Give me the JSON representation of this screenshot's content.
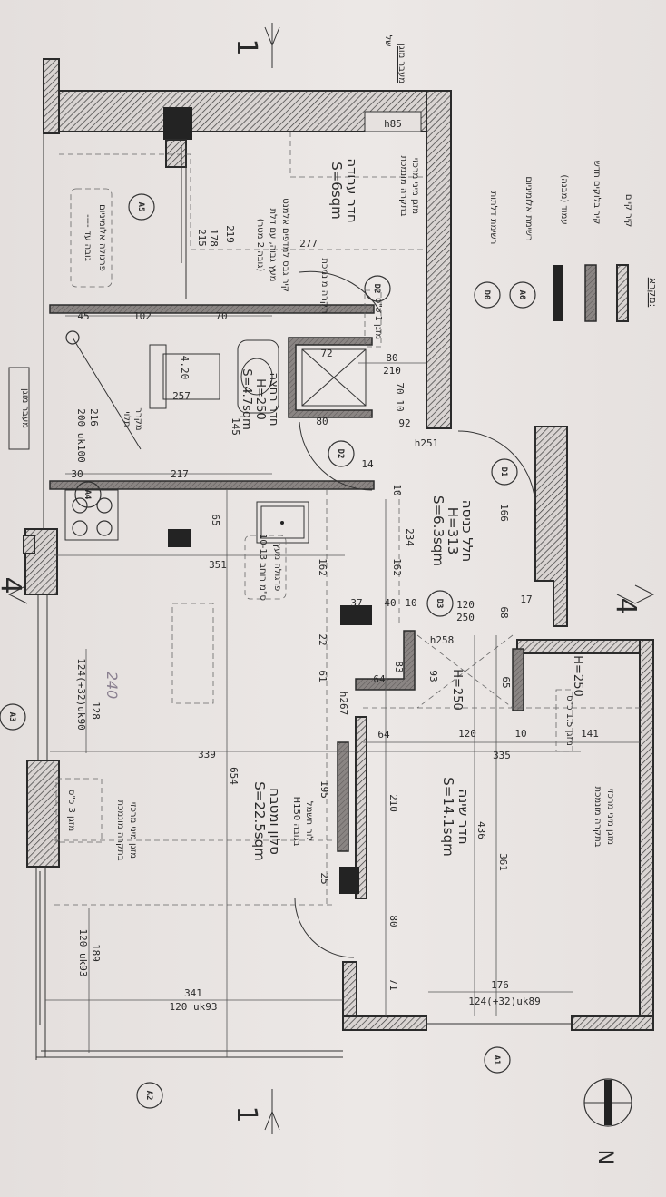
{
  "legend": {
    "title": "מקרא:",
    "items": [
      {
        "label": "קיר קיים",
        "swatch": "hatched"
      },
      {
        "label": "קיר בלוקים חדש",
        "swatch": "grey"
      },
      {
        "label": "עמוד (מבנה)",
        "swatch": "black"
      },
      {
        "label": "רשימת אלומיניום",
        "tag": "A0"
      },
      {
        "label": "רשימת דלתות",
        "tag": "D0"
      }
    ]
  },
  "sections": {
    "section_1": "1",
    "section_4": "4"
  },
  "north": "N",
  "top_note": [
    "מעבר מוגן",
    "של"
  ],
  "bottom_box": "מעבר מוגן",
  "rooms": {
    "study": {
      "name": "חדר עבודה",
      "area": "S=6sqm"
    },
    "bath": {
      "name": "חדר רחצה",
      "height": "H=250",
      "area": "S=4.7sqm"
    },
    "entry": {
      "name": "חלל כניסה",
      "height": "H=313",
      "area": "S=6.3sqm"
    },
    "bedroom": {
      "name": "חדר שינה",
      "area": "S=14.1sqm",
      "height": "H=250"
    },
    "living": {
      "name": "סלון ומטבח",
      "area": "S=22.5sqm"
    }
  },
  "notes": {
    "ac_study": "מזגן 1 כ\"ס",
    "ac_bedroom": "מזגן 1.5 כ\"ס",
    "ac_living": "מזגן 3 כ\"ס",
    "ac_unit_bed": [
      "מזגן מיני מרכזי",
      "בתקרה מונמכת"
    ],
    "ac_unit_living": [
      "מזגן מיני מרכזי",
      "בתקרה מונמכת"
    ],
    "ac_unit_study": [
      "מזגן מיני מרכזי",
      "בתקרה מונמכת"
    ],
    "ceiling": "תקרה מונמכת",
    "shelves": [
      "קיר גבס למדפים אלמנט",
      "מעץ גבוה, עם דלת",
      "(גובה 2 מטר)"
    ],
    "pergola": [
      "פרגולה מעץ",
      "10-13 ס\"מ רוחב"
    ],
    "pergola2": [
      "פרגולה אלומיניום",
      "---- גובה עד"
    ],
    "fridge": [
      "מקרר",
      "תלוי"
    ],
    "panel": [
      "לוח חשמל",
      "H150 בגובה"
    ],
    "handwritten": "240"
  },
  "tags": {
    "a1": "A1",
    "a2": "A2",
    "a3": "A3",
    "a4": "A4",
    "a5": "A5",
    "d1": "D1",
    "d2a": "D2",
    "d2b": "D2",
    "d3": "D3",
    "a0": "A0",
    "d0": "D0"
  },
  "dims": {
    "h85": "h85",
    "d277": "277",
    "d219": "219",
    "d178": "178",
    "d215": "215",
    "d45": "45",
    "d102": "102",
    "d70a": "70",
    "d80a": "80",
    "d210a": "210",
    "d70b": "70",
    "d10a": "10",
    "d92": "92",
    "d72": "72",
    "d80b": "80",
    "d145": "145",
    "d257": "257",
    "d420": "4.20",
    "d216": "216",
    "d200uk": "200 uk100",
    "d30": "30",
    "d217": "217",
    "h251": "h251",
    "d14": "14",
    "d10b": "10",
    "d166": "166",
    "d234": "234",
    "d65a": "65",
    "d162a": "162",
    "d162b": "162",
    "d351": "351",
    "d37": "37",
    "d40": "40",
    "d10c": "10",
    "d120a": "120",
    "d250": "250",
    "d17": "17",
    "d68": "68",
    "h258": "h258",
    "d22": "22",
    "d61": "61",
    "d83": "83",
    "d93": "93",
    "d64a": "64",
    "d64b": "64",
    "d65b": "65",
    "h267": "h267",
    "d128": "128",
    "d124uk90": "124(+32)uk90",
    "d339": "339",
    "d654": "654",
    "d120b": "120",
    "d10d": "10",
    "d335": "335",
    "d141": "141",
    "d195": "195",
    "d210b": "210",
    "d436": "436",
    "d361": "361",
    "d25": "25",
    "d80c": "80",
    "d71": "71",
    "d189": "189",
    "d120uk93a": "120 uk93",
    "d341": "341",
    "d120uk93b": "120 uk93",
    "d176": "176",
    "d124uk89": "124(+32)uk89",
    "door_h250": "H=250"
  }
}
